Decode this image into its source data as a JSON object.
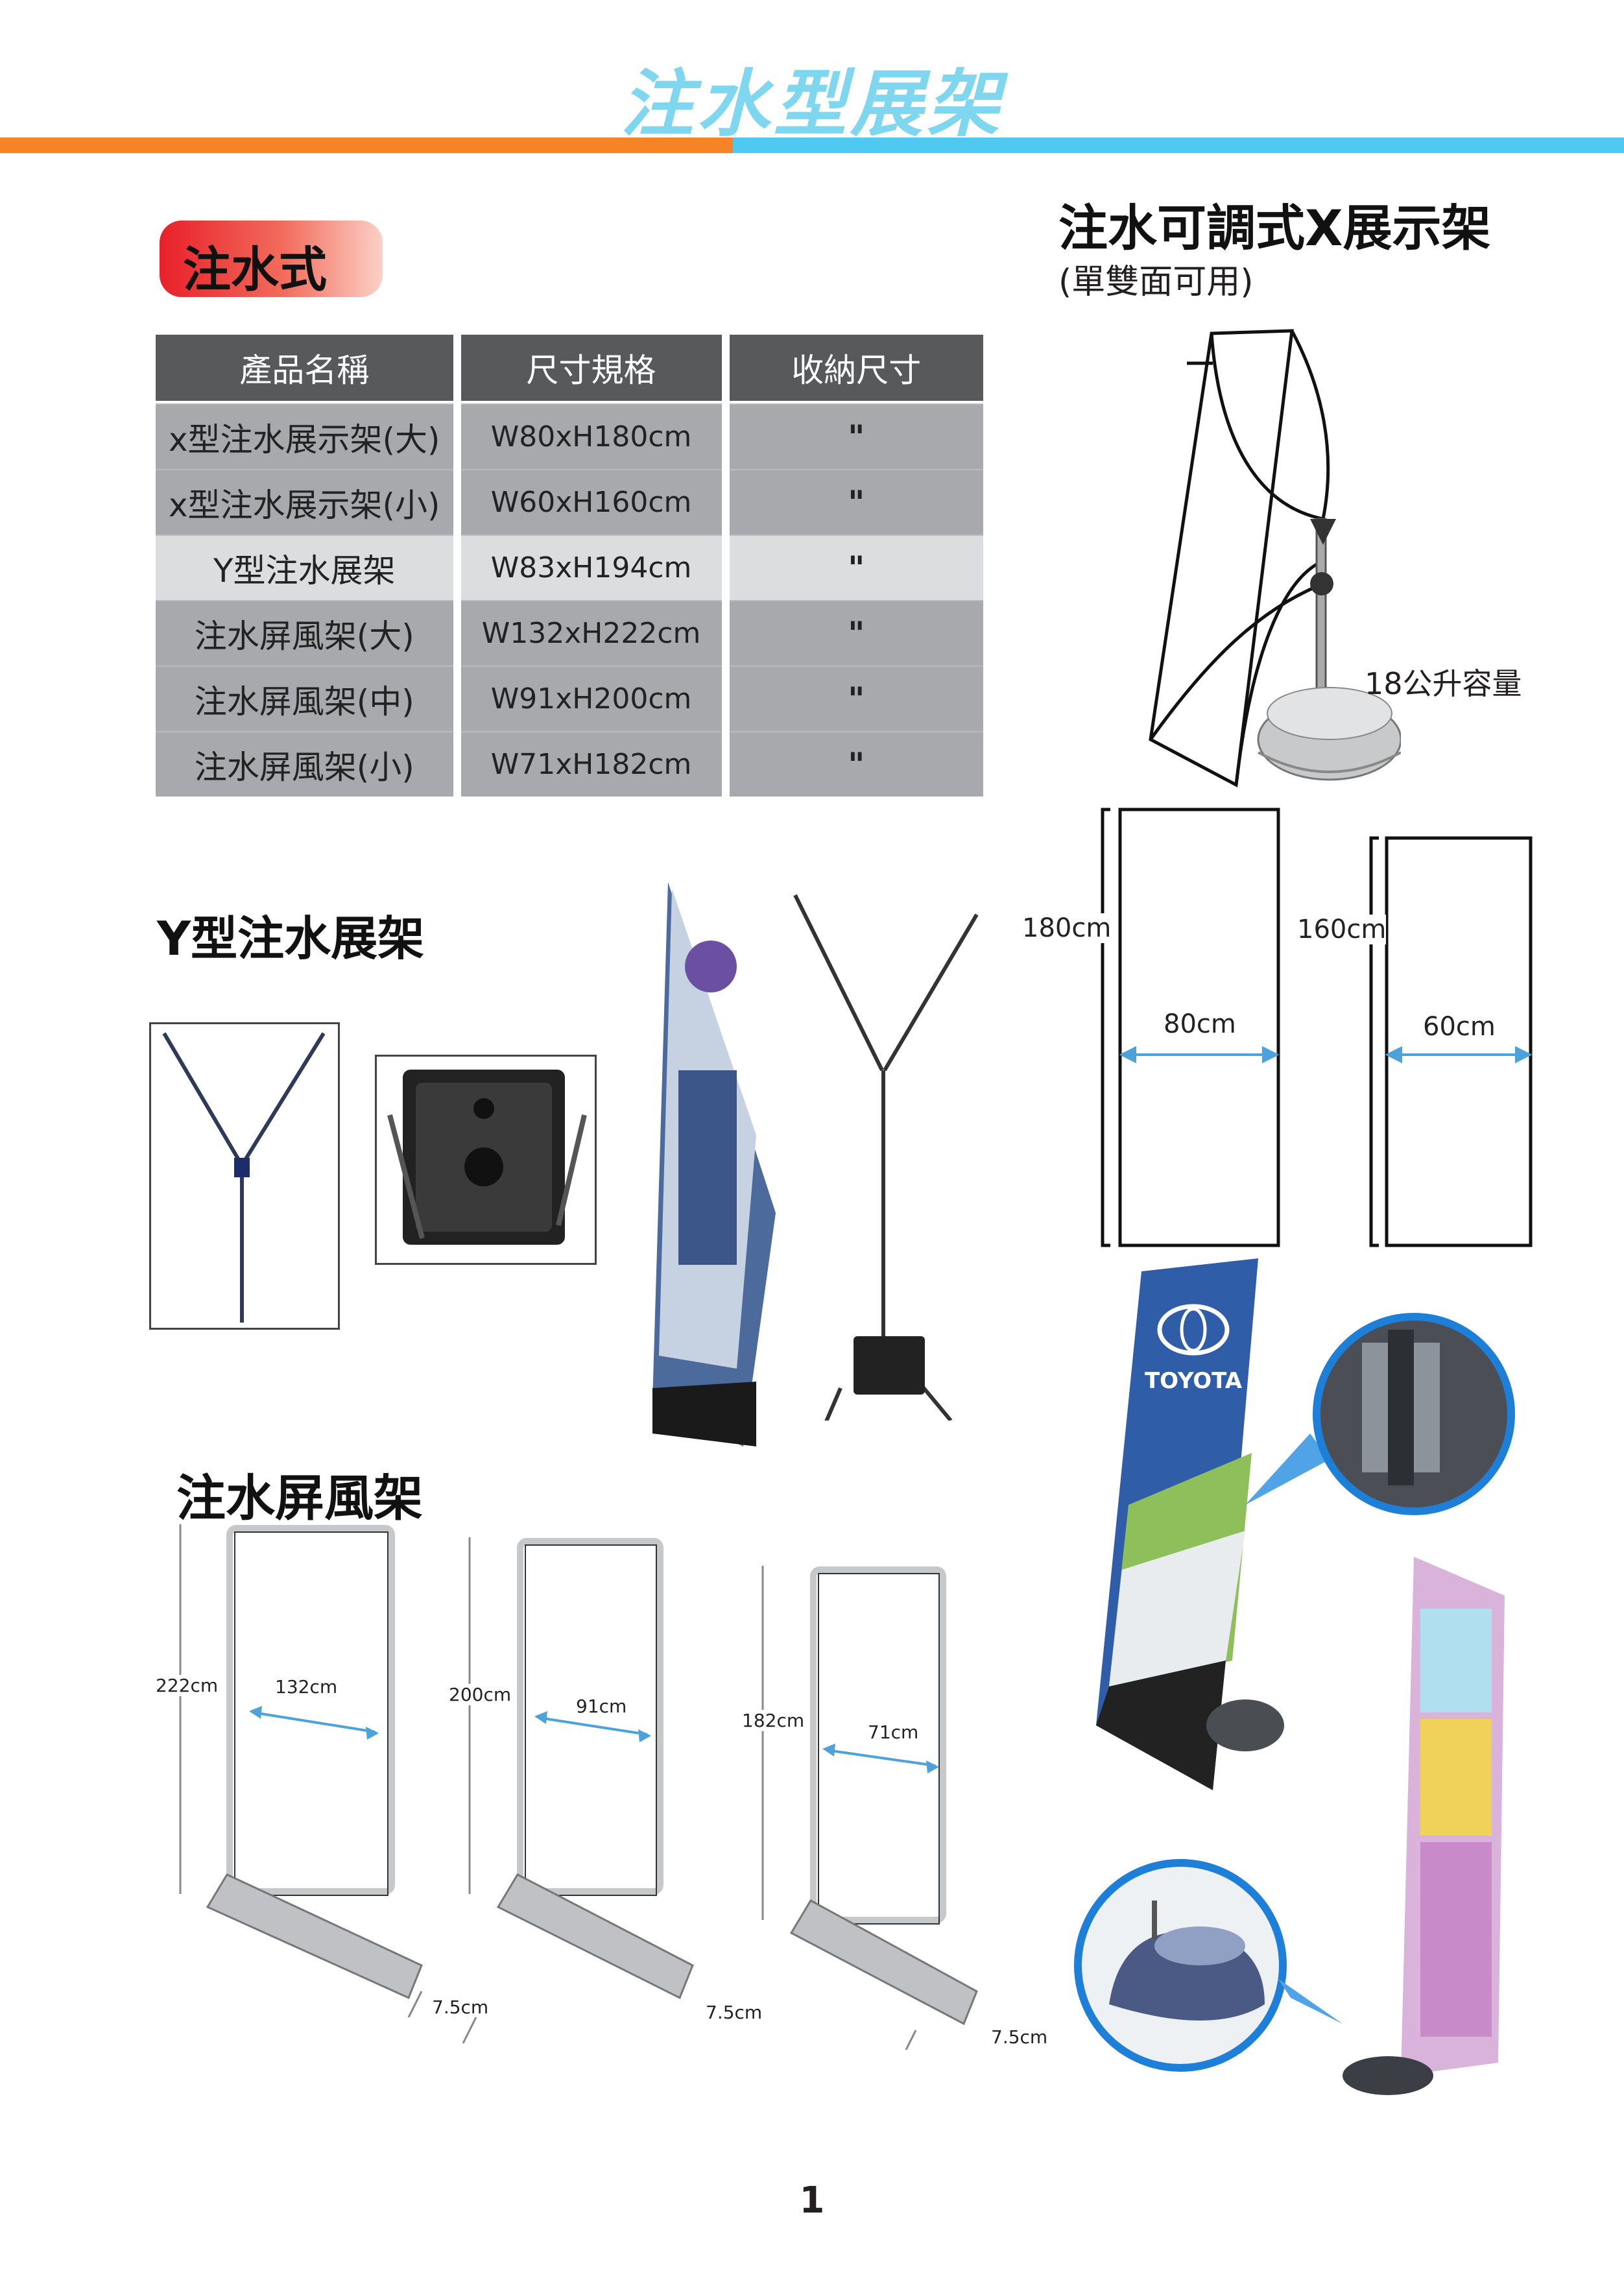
{
  "page": {
    "title": "注水型展架",
    "page_number": "1"
  },
  "section_water": {
    "label": "注水式"
  },
  "spec_table": {
    "headers": [
      "產品名稱",
      "尺寸規格",
      "收納尺寸"
    ],
    "rows": [
      {
        "name": "x型注水展示架(大)",
        "size": "W80xH180cm",
        "storage": "\""
      },
      {
        "name": "x型注水展示架(小)",
        "size": "W60xH160cm",
        "storage": "\""
      },
      {
        "name": "Y型注水展架",
        "size": "W83xH194cm",
        "storage": "\""
      },
      {
        "name": "注水屏風架(大)",
        "size": "W132xH222cm",
        "storage": "\""
      },
      {
        "name": "注水屏風架(中)",
        "size": "W91xH200cm",
        "storage": "\""
      },
      {
        "name": "注水屏風架(小)",
        "size": "W71xH182cm",
        "storage": "\""
      }
    ]
  },
  "x_stand": {
    "title": "注水可調式X展示架",
    "subtitle": "(單雙面可用)",
    "capacity": "18公升容量",
    "large": {
      "height": "180cm",
      "width": "80cm"
    },
    "small": {
      "height": "160cm",
      "width": "60cm"
    }
  },
  "y_stand": {
    "title": "Y型注水展架"
  },
  "screen_stand": {
    "title": "注水屏風架",
    "large": {
      "height": "222cm",
      "width": "132cm",
      "depth": "7.5cm"
    },
    "medium": {
      "height": "200cm",
      "width": "91cm",
      "depth": "7.5cm"
    },
    "small": {
      "height": "182cm",
      "width": "71cm",
      "depth": "7.5cm"
    }
  },
  "toyota_banner": {
    "brand": "TOYOTA"
  },
  "colors": {
    "orange": "#f68426",
    "blue": "#4fc9ef",
    "dim_arrow": "#4da3d9",
    "title": "#7fd6ef"
  }
}
